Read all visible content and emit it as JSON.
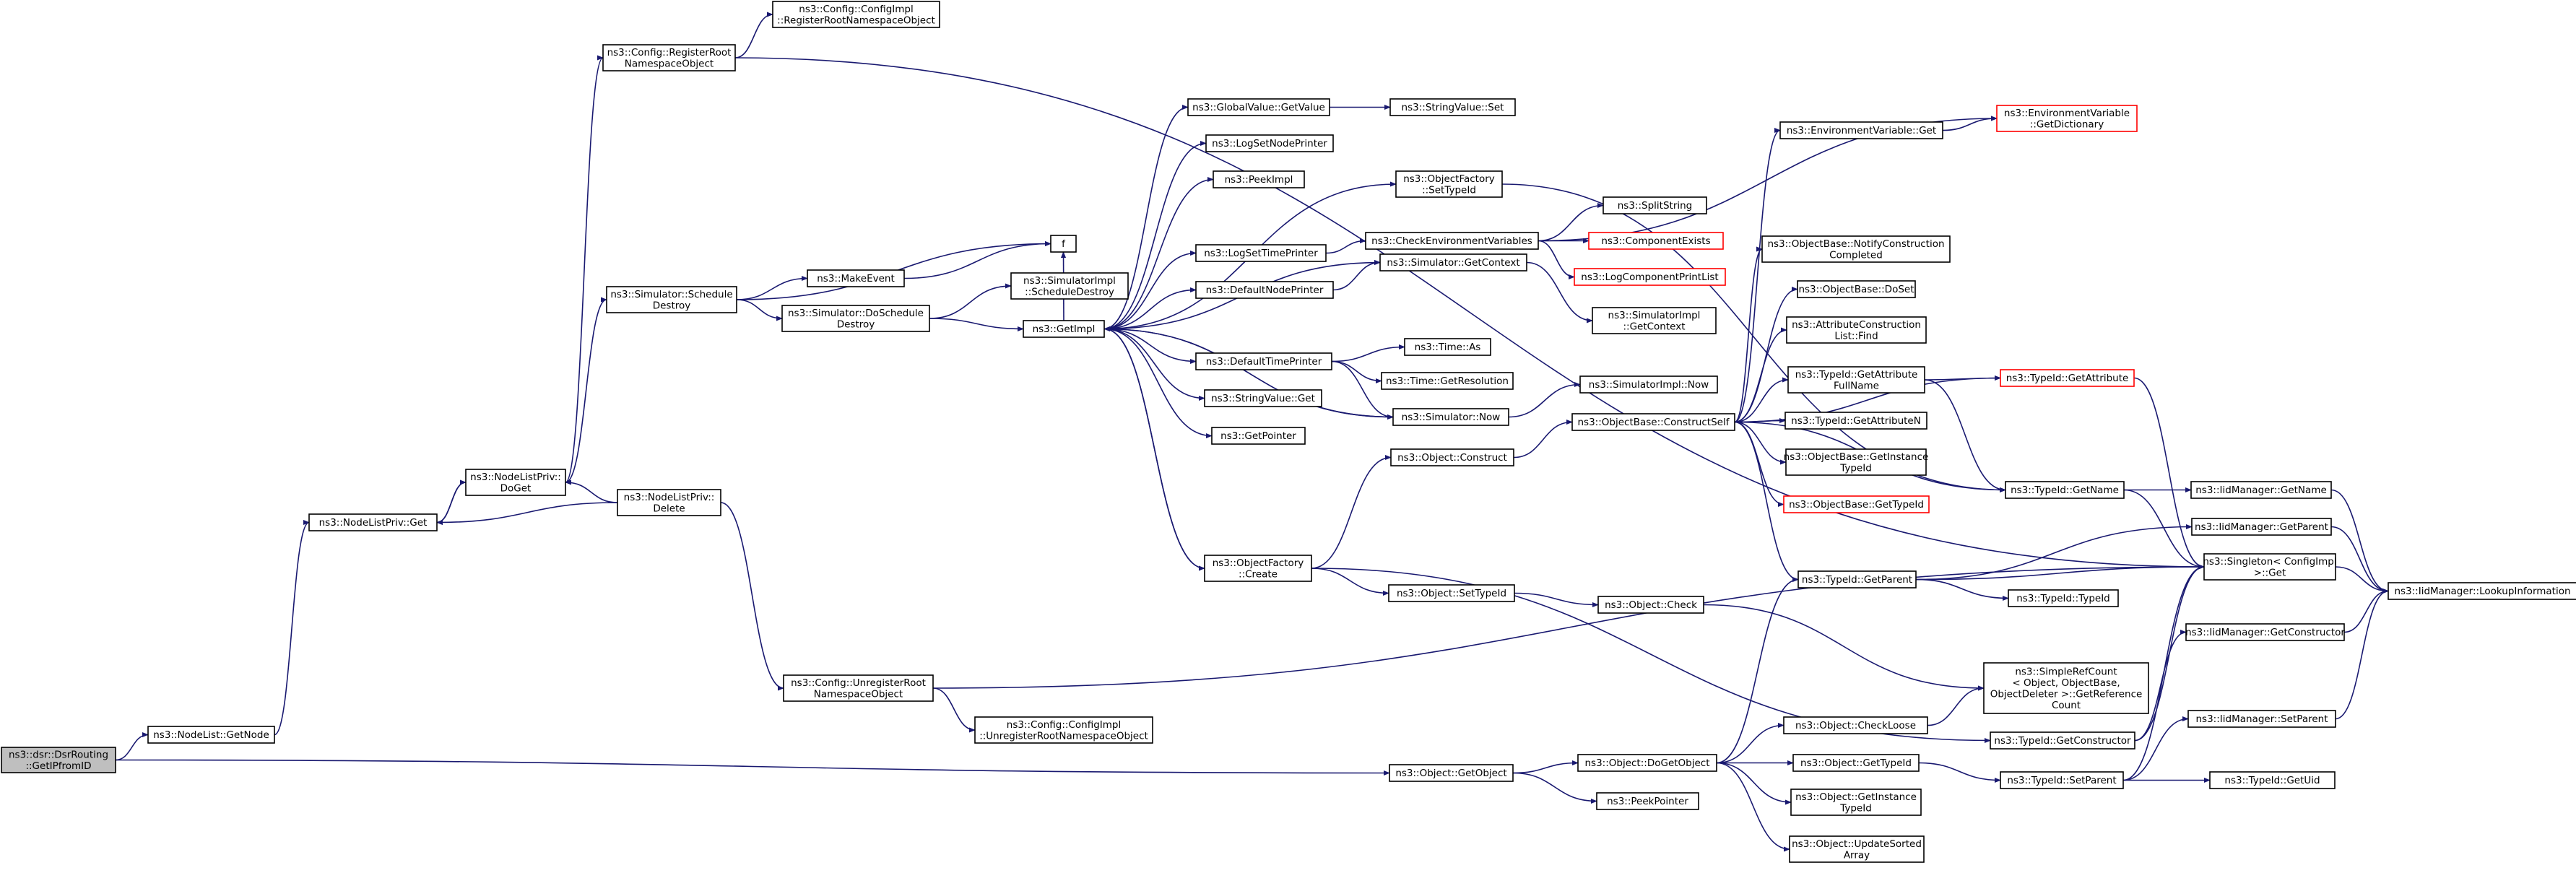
{
  "diagram": {
    "nodes": [
      {
        "id": "root",
        "lines": [
          "ns3::dsr::DsrRouting",
          "::GetIPfromID"
        ]
      },
      {
        "id": "getnode",
        "lines": [
          "ns3::NodeList::GetNode"
        ]
      },
      {
        "id": "getobject",
        "lines": [
          "ns3::Object::GetObject"
        ]
      },
      {
        "id": "privget",
        "lines": [
          "ns3::NodeListPriv::Get"
        ]
      },
      {
        "id": "doget",
        "lines": [
          "ns3::NodeListPriv::",
          "DoGet"
        ]
      },
      {
        "id": "pdelete",
        "lines": [
          "ns3::NodeListPriv::",
          "Delete"
        ]
      },
      {
        "id": "regroot",
        "lines": [
          "ns3::Config::RegisterRoot",
          "NamespaceObject"
        ]
      },
      {
        "id": "implreg",
        "lines": [
          "ns3::Config::ConfigImpl",
          "::RegisterRootNamespaceObject"
        ]
      },
      {
        "id": "sched",
        "lines": [
          "ns3::Simulator::Schedule",
          "Destroy"
        ]
      },
      {
        "id": "makeevent",
        "lines": [
          "ns3::MakeEvent"
        ]
      },
      {
        "id": "f",
        "lines": [
          "f"
        ]
      },
      {
        "id": "dosched",
        "lines": [
          "ns3::Simulator::DoSchedule",
          "Destroy"
        ]
      },
      {
        "id": "simimplsched",
        "lines": [
          "ns3::SimulatorImpl",
          "::ScheduleDestroy"
        ]
      },
      {
        "id": "getimpl",
        "lines": [
          "ns3::GetImpl"
        ]
      },
      {
        "id": "gvget",
        "lines": [
          "ns3::GlobalValue::GetValue"
        ]
      },
      {
        "id": "svset",
        "lines": [
          "ns3::StringValue::Set"
        ]
      },
      {
        "id": "lognode",
        "lines": [
          "ns3::LogSetNodePrinter"
        ]
      },
      {
        "id": "peekimpl",
        "lines": [
          "ns3::PeekImpl"
        ]
      },
      {
        "id": "ofsettid",
        "lines": [
          "ns3::ObjectFactory",
          "::SetTypeId"
        ]
      },
      {
        "id": "logtime",
        "lines": [
          "ns3::LogSetTimePrinter"
        ]
      },
      {
        "id": "checkenv",
        "lines": [
          "ns3::CheckEnvironmentVariables"
        ]
      },
      {
        "id": "splitstr",
        "lines": [
          "ns3::SplitString"
        ]
      },
      {
        "id": "compexists",
        "lines": [
          "ns3::ComponentExists"
        ]
      },
      {
        "id": "logcomplist",
        "lines": [
          "ns3::LogComponentPrintList"
        ]
      },
      {
        "id": "defnode",
        "lines": [
          "ns3::DefaultNodePrinter"
        ]
      },
      {
        "id": "simgetctx",
        "lines": [
          "ns3::Simulator::GetContext"
        ]
      },
      {
        "id": "simimplctx",
        "lines": [
          "ns3::SimulatorImpl",
          "::GetContext"
        ]
      },
      {
        "id": "deftime",
        "lines": [
          "ns3::DefaultTimePrinter"
        ]
      },
      {
        "id": "timeas",
        "lines": [
          "ns3::Time::As"
        ]
      },
      {
        "id": "timeres",
        "lines": [
          "ns3::Time::GetResolution"
        ]
      },
      {
        "id": "svget",
        "lines": [
          "ns3::StringValue::Get"
        ]
      },
      {
        "id": "simnow",
        "lines": [
          "ns3::Simulator::Now"
        ]
      },
      {
        "id": "simimplnow",
        "lines": [
          "ns3::SimulatorImpl::Now"
        ]
      },
      {
        "id": "getptr",
        "lines": [
          "ns3::GetPointer"
        ]
      },
      {
        "id": "ofcreate",
        "lines": [
          "ns3::ObjectFactory",
          "::Create"
        ]
      },
      {
        "id": "objconstruct",
        "lines": [
          "ns3::Object::Construct"
        ]
      },
      {
        "id": "objsettid",
        "lines": [
          "ns3::Object::SetTypeId"
        ]
      },
      {
        "id": "objcheck",
        "lines": [
          "ns3::Object::Check"
        ]
      },
      {
        "id": "cfgunreg",
        "lines": [
          "ns3::Config::UnregisterRoot",
          "NamespaceObject"
        ]
      },
      {
        "id": "implunreg",
        "lines": [
          "ns3::Config::ConfigImpl",
          "::UnregisterRootNamespaceObject"
        ]
      },
      {
        "id": "envget",
        "lines": [
          "ns3::EnvironmentVariable::Get"
        ]
      },
      {
        "id": "envdict",
        "lines": [
          "ns3::EnvironmentVariable",
          "::GetDictionary"
        ]
      },
      {
        "id": "notifycc",
        "lines": [
          "ns3::ObjectBase::NotifyConstruction",
          "Completed"
        ]
      },
      {
        "id": "doset",
        "lines": [
          "ns3::ObjectBase::DoSet"
        ]
      },
      {
        "id": "acfind",
        "lines": [
          "ns3::AttributeConstruction",
          "List::Find"
        ]
      },
      {
        "id": "getattrfull",
        "lines": [
          "ns3::TypeId::GetAttribute",
          "FullName"
        ]
      },
      {
        "id": "getattr",
        "lines": [
          "ns3::TypeId::GetAttribute"
        ]
      },
      {
        "id": "getattrn",
        "lines": [
          "ns3::TypeId::GetAttributeN"
        ]
      },
      {
        "id": "getinsttid",
        "lines": [
          "ns3::ObjectBase::GetInstance",
          "TypeId"
        ]
      },
      {
        "id": "obgettid",
        "lines": [
          "ns3::ObjectBase::GetTypeId"
        ]
      },
      {
        "id": "constructself",
        "lines": [
          "ns3::ObjectBase::ConstructSelf"
        ]
      },
      {
        "id": "tidgetname",
        "lines": [
          "ns3::TypeId::GetName"
        ]
      },
      {
        "id": "iidgetname",
        "lines": [
          "ns3::IidManager::GetName"
        ]
      },
      {
        "id": "iidgetparent",
        "lines": [
          "ns3::IidManager::GetParent"
        ]
      },
      {
        "id": "singleton",
        "lines": [
          "ns3::Singleton< ConfigImpl",
          " >::Get"
        ]
      },
      {
        "id": "lookup",
        "lines": [
          "ns3::IidManager::LookupInformation"
        ]
      },
      {
        "id": "tidgetparent",
        "lines": [
          "ns3::TypeId::GetParent"
        ]
      },
      {
        "id": "tidtid",
        "lines": [
          "ns3::TypeId::TypeId"
        ]
      },
      {
        "id": "iidgetctor",
        "lines": [
          "ns3::IidManager::GetConstructor"
        ]
      },
      {
        "id": "srcount",
        "lines": [
          "ns3::SimpleRefCount",
          "< Object, ObjectBase,",
          " ObjectDeleter >::GetReference",
          "Count"
        ]
      },
      {
        "id": "tidgetctor",
        "lines": [
          "ns3::TypeId::GetConstructor"
        ]
      },
      {
        "id": "iidsetparent",
        "lines": [
          "ns3::IidManager::SetParent"
        ]
      },
      {
        "id": "dogetobject",
        "lines": [
          "ns3::Object::DoGetObject"
        ]
      },
      {
        "id": "checkloose",
        "lines": [
          "ns3::Object::CheckLoose"
        ]
      },
      {
        "id": "objgettid",
        "lines": [
          "ns3::Object::GetTypeId"
        ]
      },
      {
        "id": "tidsetparent",
        "lines": [
          "ns3::TypeId::SetParent"
        ]
      },
      {
        "id": "tidgetuid",
        "lines": [
          "ns3::TypeId::GetUid"
        ]
      },
      {
        "id": "objinsttid",
        "lines": [
          "ns3::Object::GetInstance",
          "TypeId"
        ]
      },
      {
        "id": "peekptr",
        "lines": [
          "ns3::PeekPointer"
        ]
      },
      {
        "id": "updsorted",
        "lines": [
          "ns3::Object::UpdateSorted",
          "Array"
        ]
      }
    ]
  }
}
